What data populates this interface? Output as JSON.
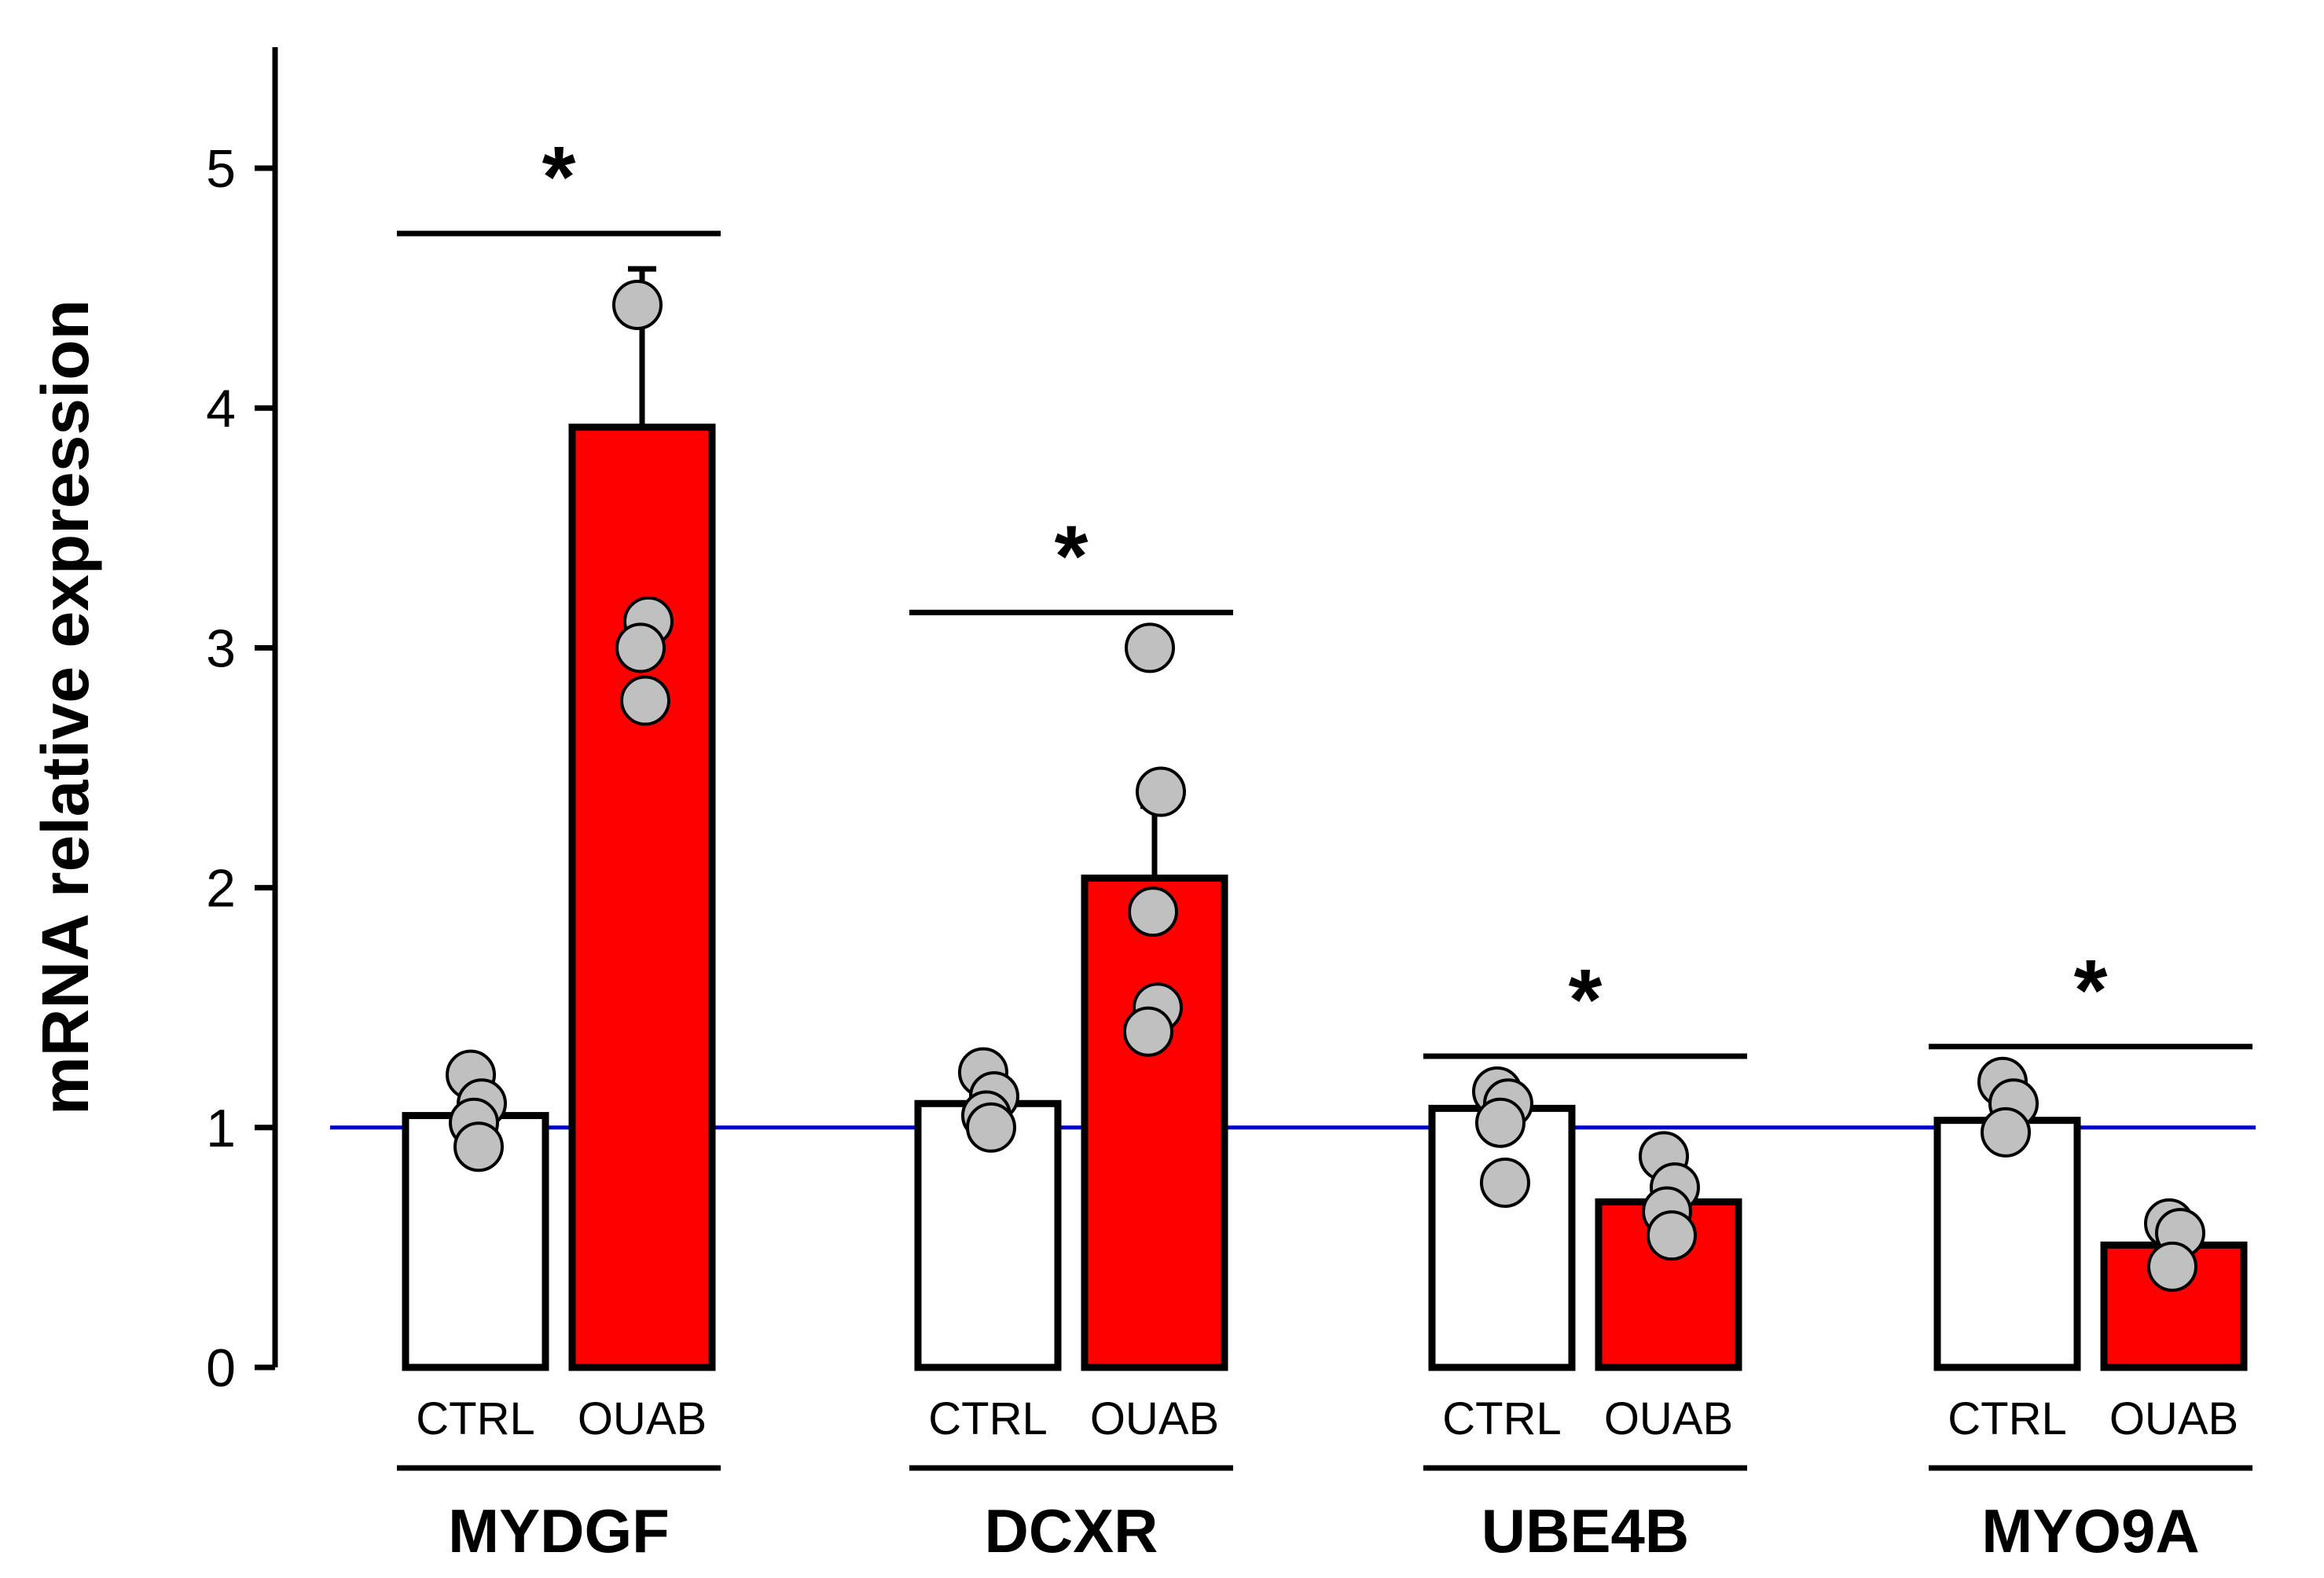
{
  "chart_data": {
    "type": "bar",
    "title": "",
    "xlabel": "",
    "ylabel": "mRNA relative expression",
    "ylim": [
      0,
      5.5
    ],
    "yticks": [
      0,
      1,
      2,
      3,
      4,
      5
    ],
    "reference_line": {
      "y": 1,
      "color": "#0000cc"
    },
    "colors": {
      "CTRL": "#ffffff",
      "OUAB": "#ff0000",
      "points": "#c0c0c0"
    },
    "conditions": [
      "CTRL",
      "OUAB"
    ],
    "significance_marker": "*",
    "groups": [
      {
        "gene": "MYDGF",
        "significant": true,
        "bars": [
          {
            "condition": "CTRL",
            "mean": 1.05,
            "sem": 0.0,
            "points": [
              1.22,
              1.1,
              1.02,
              0.92
            ]
          },
          {
            "condition": "OUAB",
            "mean": 3.92,
            "sem": 0.66,
            "points": [
              4.43,
              3.11,
              3.0,
              2.78
            ]
          }
        ]
      },
      {
        "gene": "DCXR",
        "significant": true,
        "bars": [
          {
            "condition": "CTRL",
            "mean": 1.1,
            "sem": 0.0,
            "points": [
              1.23,
              1.13,
              1.05,
              1.0
            ]
          },
          {
            "condition": "OUAB",
            "mean": 2.04,
            "sem": 0.3,
            "points": [
              3.0,
              2.4,
              1.9,
              1.5,
              1.4
            ]
          }
        ]
      },
      {
        "gene": "UBE4B",
        "significant": true,
        "bars": [
          {
            "condition": "CTRL",
            "mean": 1.08,
            "sem": 0.0,
            "points": [
              1.15,
              1.1,
              1.02,
              0.77
            ]
          },
          {
            "condition": "OUAB",
            "mean": 0.69,
            "sem": 0.0,
            "points": [
              0.88,
              0.75,
              0.65,
              0.55
            ]
          }
        ]
      },
      {
        "gene": "MYO9A",
        "significant": true,
        "bars": [
          {
            "condition": "CTRL",
            "mean": 1.03,
            "sem": 0.0,
            "points": [
              1.19,
              1.1,
              0.98
            ]
          },
          {
            "condition": "OUAB",
            "mean": 0.51,
            "sem": 0.0,
            "points": [
              0.6,
              0.56,
              0.42
            ]
          }
        ]
      }
    ]
  }
}
